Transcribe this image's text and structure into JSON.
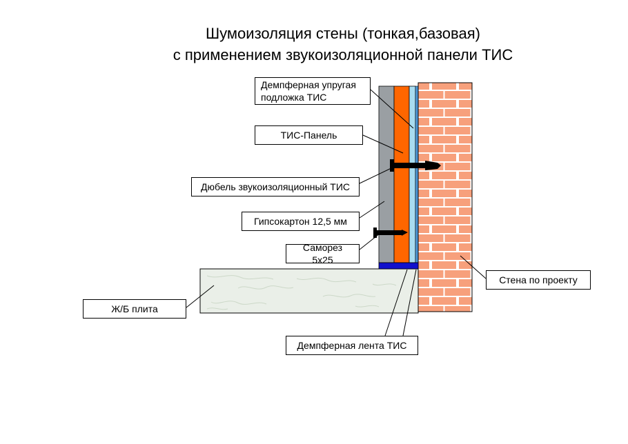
{
  "title": {
    "line1": "Шумоизоляция стены (тонкая,базовая)",
    "line2": "с применением звукоизоляционной панели ТИС"
  },
  "labels": {
    "underlay": "Демпферная упругая подложка ТИС",
    "panel": "ТИС-Панель",
    "dowel": "Дюбель звукоизоляционный ТИС",
    "gypsum": "Гипсокартон 12,5 мм",
    "screw": "Саморез 5x25",
    "wall": "Стена по проекту",
    "slab": "Ж/Б плита",
    "tape": "Демпферная лента ТИС"
  },
  "colors": {
    "brick": "#f7a07c",
    "mortar": "#ffffff",
    "panel_orange": "#ff6600",
    "gypsum_gray": "#9a9fa3",
    "underlay_cyan": "#a8dcf0",
    "underlay_edge": "#4e97d6",
    "tape_blue": "#1111cc",
    "slab_fill": "#eaefe8",
    "slab_vein": "#c9d6c5",
    "outline": "#000000"
  }
}
